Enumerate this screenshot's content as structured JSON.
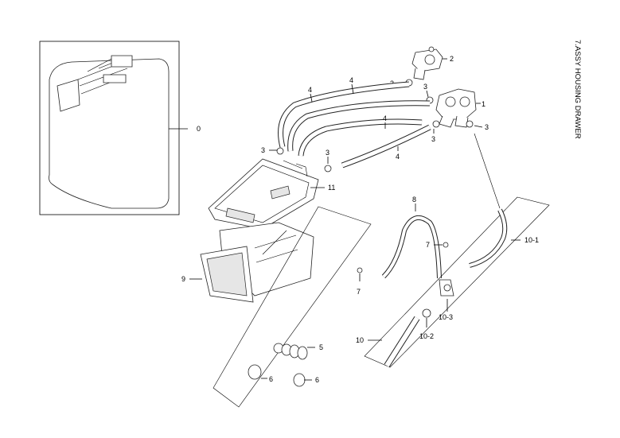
{
  "diagram": {
    "title": "7.ASSY HOUSING DRAWER",
    "labels": {
      "p0": "0",
      "p1": "1",
      "p2": "2",
      "p3a": "3",
      "p3b": "3",
      "p3c": "3",
      "p3d": "3",
      "p3e": "3",
      "p3f": "3",
      "p4a": "4",
      "p4b": "4",
      "p4c": "4",
      "p4d": "4",
      "p5": "5",
      "p6a": "6",
      "p6b": "6",
      "p7a": "7",
      "p7b": "7",
      "p8": "8",
      "p9": "9",
      "p10": "10",
      "p10_1": "10-1",
      "p10_2": "10-2",
      "p10_3": "10-3",
      "p11": "11"
    }
  }
}
